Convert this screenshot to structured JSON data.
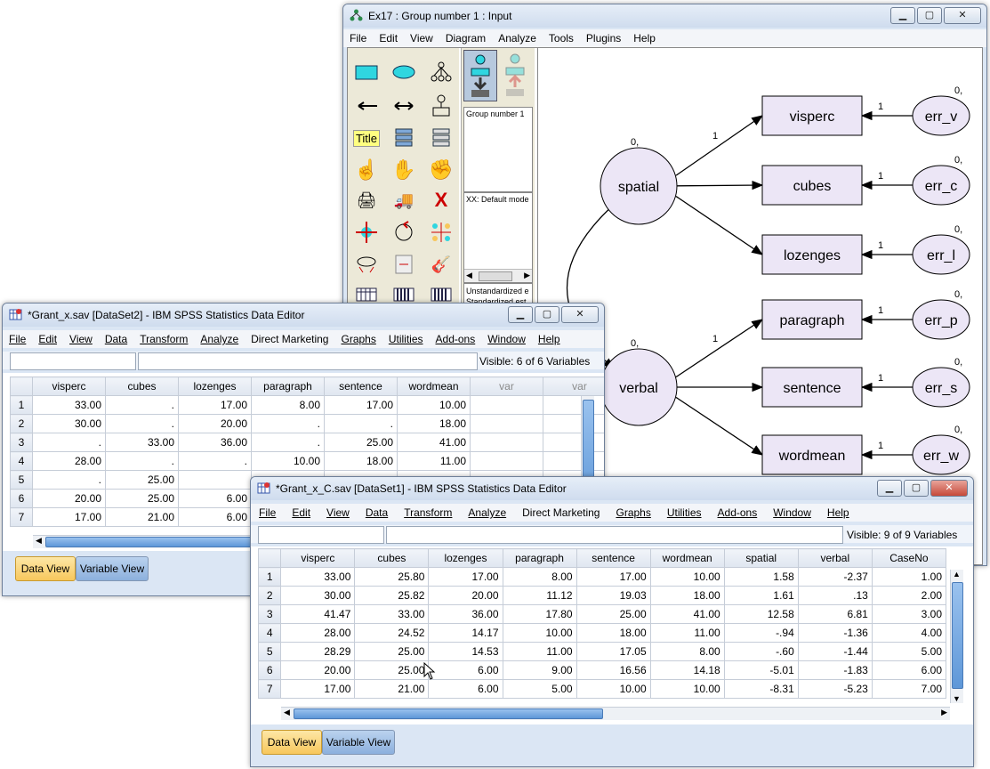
{
  "amos": {
    "title": "Ex17 : Group number 1 : Input",
    "menu": [
      "File",
      "Edit",
      "View",
      "Diagram",
      "Analyze",
      "Tools",
      "Plugins",
      "Help"
    ],
    "title_tool": "Title",
    "panels": {
      "group": "Group number 1",
      "model": "XX: Default mode",
      "output1": "Unstandardized e",
      "output2": "Standardized est"
    },
    "diagram": {
      "latent": [
        "spatial",
        "verbal"
      ],
      "latent_mean_labels": [
        "0,",
        "0,"
      ],
      "observed": [
        "visperc",
        "cubes",
        "lozenges",
        "paragraph",
        "sentence",
        "wordmean"
      ],
      "errors": [
        "err_v",
        "err_c",
        "err_l",
        "err_p",
        "err_s",
        "err_w"
      ],
      "error_mean_label": "0,",
      "path_weight": "1"
    }
  },
  "spss_back": {
    "title": "*Grant_x.sav [DataSet2] - IBM SPSS Statistics Data Editor",
    "menu": [
      "File",
      "Edit",
      "View",
      "Data",
      "Transform",
      "Analyze",
      "Direct Marketing",
      "Graphs",
      "Utilities",
      "Add-ons",
      "Window",
      "Help"
    ],
    "visible": "Visible: 6 of 6 Variables",
    "columns": [
      "visperc",
      "cubes",
      "lozenges",
      "paragraph",
      "sentence",
      "wordmean",
      "var",
      "var"
    ],
    "rows": [
      [
        "1",
        "33.00",
        ".",
        "17.00",
        "8.00",
        "17.00",
        "10.00",
        "",
        ""
      ],
      [
        "2",
        "30.00",
        ".",
        "20.00",
        ".",
        ".",
        "18.00",
        "",
        ""
      ],
      [
        "3",
        ".",
        "33.00",
        "36.00",
        ".",
        "25.00",
        "41.00",
        "",
        ""
      ],
      [
        "4",
        "28.00",
        ".",
        ".",
        "10.00",
        "18.00",
        "11.00",
        "",
        ""
      ],
      [
        "5",
        ".",
        "25.00",
        "",
        "",
        "",
        "",
        "",
        ""
      ],
      [
        "6",
        "20.00",
        "25.00",
        "6.00",
        "",
        "",
        "",
        "",
        ""
      ],
      [
        "7",
        "17.00",
        "21.00",
        "6.00",
        "",
        "",
        "",
        "",
        ""
      ]
    ],
    "tabs": [
      "Data View",
      "Variable View"
    ]
  },
  "spss_front": {
    "title": "*Grant_x_C.sav [DataSet1] - IBM SPSS Statistics Data Editor",
    "menu": [
      "File",
      "Edit",
      "View",
      "Data",
      "Transform",
      "Analyze",
      "Direct Marketing",
      "Graphs",
      "Utilities",
      "Add-ons",
      "Window",
      "Help"
    ],
    "visible": "Visible: 9 of 9 Variables",
    "columns": [
      "visperc",
      "cubes",
      "lozenges",
      "paragraph",
      "sentence",
      "wordmean",
      "spatial",
      "verbal",
      "CaseNo"
    ],
    "rows": [
      [
        "1",
        "33.00",
        "25.80",
        "17.00",
        "8.00",
        "17.00",
        "10.00",
        "1.58",
        "-2.37",
        "1.00"
      ],
      [
        "2",
        "30.00",
        "25.82",
        "20.00",
        "11.12",
        "19.03",
        "18.00",
        "1.61",
        ".13",
        "2.00"
      ],
      [
        "3",
        "41.47",
        "33.00",
        "36.00",
        "17.80",
        "25.00",
        "41.00",
        "12.58",
        "6.81",
        "3.00"
      ],
      [
        "4",
        "28.00",
        "24.52",
        "14.17",
        "10.00",
        "18.00",
        "11.00",
        "-.94",
        "-1.36",
        "4.00"
      ],
      [
        "5",
        "28.29",
        "25.00",
        "14.53",
        "11.00",
        "17.05",
        "8.00",
        "-.60",
        "-1.44",
        "5.00"
      ],
      [
        "6",
        "20.00",
        "25.00",
        "6.00",
        "9.00",
        "16.56",
        "14.18",
        "-5.01",
        "-1.83",
        "6.00"
      ],
      [
        "7",
        "17.00",
        "21.00",
        "6.00",
        "5.00",
        "10.00",
        "10.00",
        "-8.31",
        "-5.23",
        "7.00"
      ]
    ],
    "tabs": [
      "Data View",
      "Variable View"
    ]
  }
}
